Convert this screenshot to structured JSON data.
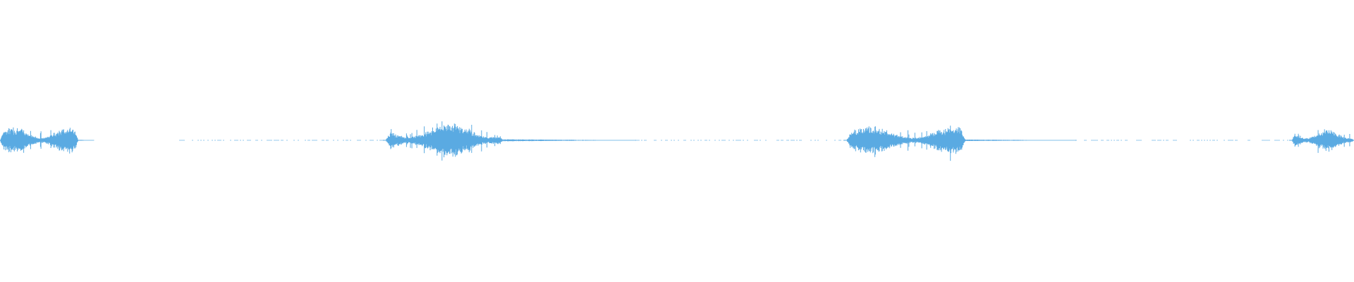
{
  "waveform": {
    "color": "#5aaae2",
    "segments": [
      {
        "kind": "burst",
        "start": 0.0,
        "end": 0.058,
        "level": 0.6
      },
      {
        "kind": "tail",
        "start": 0.058,
        "end": 0.07,
        "level": 0.02
      },
      {
        "kind": "dots",
        "start": 0.132,
        "end": 0.285,
        "level": 0.01
      },
      {
        "kind": "burst",
        "start": 0.285,
        "end": 0.372,
        "level": 0.78
      },
      {
        "kind": "tail",
        "start": 0.372,
        "end": 0.47,
        "level": 0.04
      },
      {
        "kind": "dots",
        "start": 0.47,
        "end": 0.625,
        "level": 0.01
      },
      {
        "kind": "burst",
        "start": 0.625,
        "end": 0.713,
        "level": 0.62
      },
      {
        "kind": "tail",
        "start": 0.713,
        "end": 0.795,
        "level": 0.03
      },
      {
        "kind": "dots",
        "start": 0.795,
        "end": 0.954,
        "level": 0.01
      },
      {
        "kind": "burst",
        "start": 0.954,
        "end": 1.0,
        "level": 0.5
      }
    ]
  }
}
